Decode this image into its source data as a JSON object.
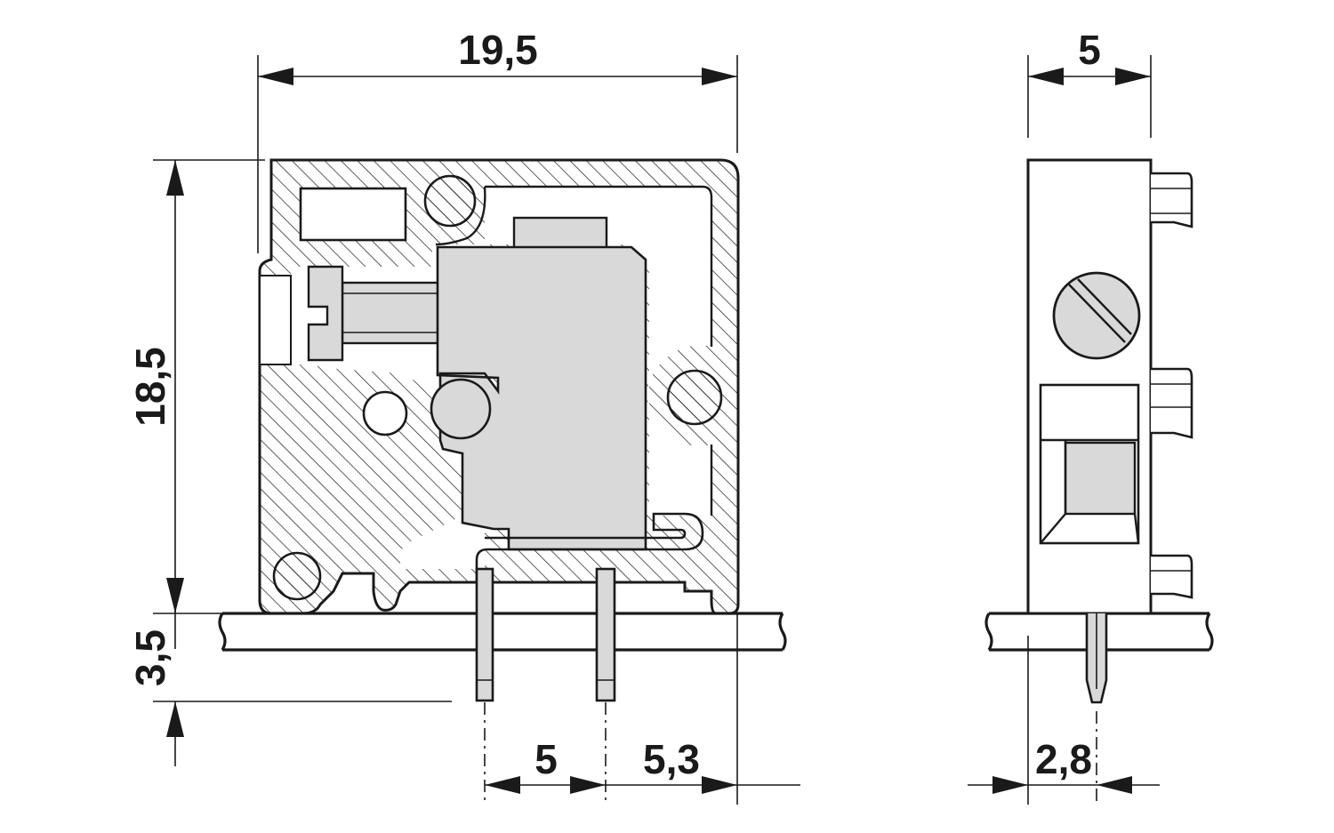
{
  "drawing": {
    "dimensions": {
      "front_width": "19,5",
      "front_height": "18,5",
      "pin_length": "3,5",
      "pin_pitch": "5",
      "pin_offset": "5,3",
      "side_width": "5",
      "side_pin_offset": "2,8"
    },
    "colors": {
      "line": "#1a1a1a",
      "fill_grey": "#d9d9d9",
      "background": "#ffffff"
    }
  }
}
